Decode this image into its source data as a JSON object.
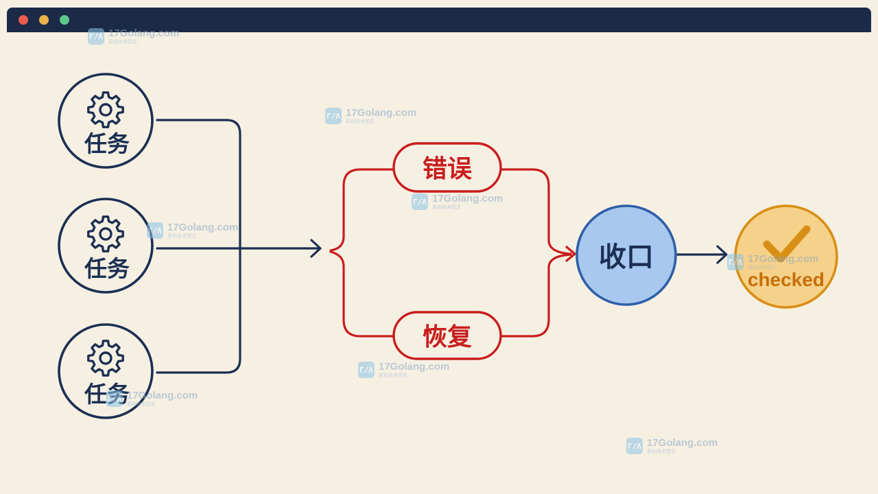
{
  "diagram": {
    "tasks": [
      "任务",
      "任务",
      "任务"
    ],
    "error_label": "错误",
    "recover_label": "恢复",
    "merge_label": "收口",
    "result_label": "checked"
  },
  "colors": {
    "navy": "#1b2f52",
    "red": "#c81d1d",
    "merge_fill": "#a9c8ef",
    "merge_stroke": "#2e5fa8",
    "checked_fill": "#f6d189",
    "checked_stroke": "#d88f16",
    "checked_text": "#c46f0a",
    "background": "#f6f0e3"
  },
  "icons": [
    "gear-icon",
    "checkmark-icon"
  ],
  "watermark": {
    "domain": "17Golang.com",
    "subtitle": "原创技术图文",
    "logo": "Γ/Λ"
  }
}
